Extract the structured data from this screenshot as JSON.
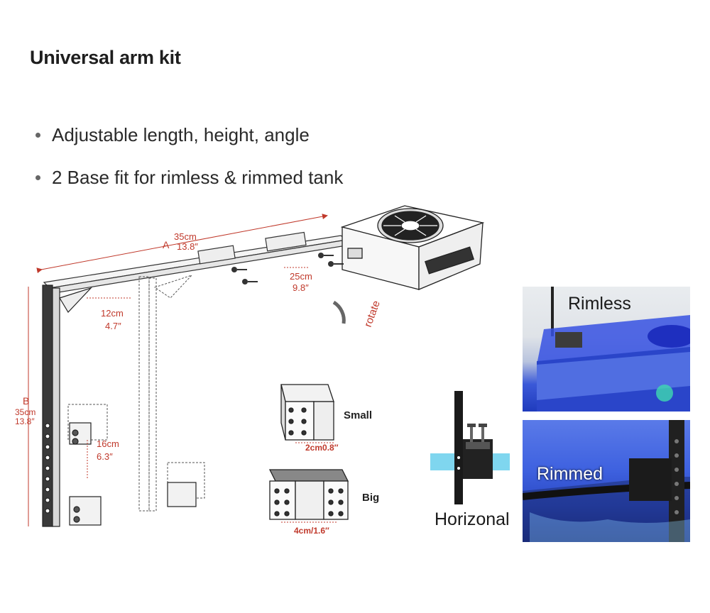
{
  "title": "Universal arm kit",
  "bullets": [
    "Adjustable length, height, angle",
    "2 Base fit for rimless & rimmed tank"
  ],
  "diagram": {
    "dim_a_letter": "A",
    "dim_a_cm": "35cm",
    "dim_a_in": "13.8″",
    "dim_b_letter": "B",
    "dim_b_cm": "35cm",
    "dim_b_in": "13.8″",
    "slide_top_cm": "25cm",
    "slide_top_in": "9.8″",
    "slide_bracket_cm": "12cm",
    "slide_bracket_in": "4.7″",
    "clamp_travel_cm": "16cm",
    "clamp_travel_in": "6.3″",
    "rotate_label": "rotate"
  },
  "bases": {
    "small_label": "Small",
    "small_size": "2cm0.8″",
    "big_label": "Big",
    "big_size": "4cm/1.6″"
  },
  "horizontal_label": "Horizonal",
  "photos": {
    "rimless_label": "Rimless",
    "rimmed_label": "Rimmed"
  },
  "colors": {
    "dimension_red": "#c0392b",
    "aquarium_blue": "#2a4fd8"
  }
}
